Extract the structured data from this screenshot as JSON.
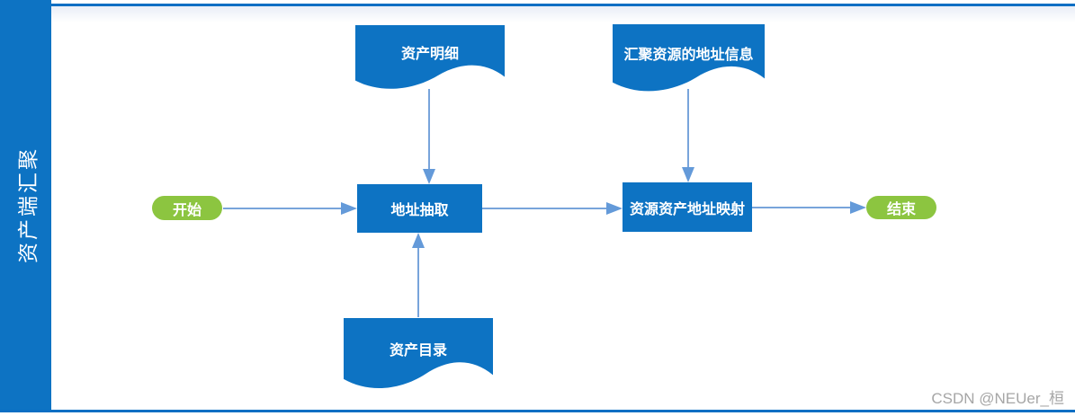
{
  "sidebar": {
    "label": "资产端汇聚"
  },
  "flowchart": {
    "nodes": {
      "asset_detail": {
        "label": "资产明细",
        "type": "document"
      },
      "aggregated_address_info": {
        "label": "汇聚资源的地址信息",
        "type": "document"
      },
      "asset_catalog": {
        "label": "资产目录",
        "type": "document"
      },
      "start": {
        "label": "开始",
        "type": "terminator"
      },
      "address_extract": {
        "label": "地址抽取",
        "type": "process"
      },
      "resource_asset_mapping": {
        "label": "资源资产地址映射",
        "type": "process"
      },
      "end": {
        "label": "结束",
        "type": "terminator"
      }
    },
    "edges": [
      {
        "from": "start",
        "to": "address_extract",
        "direction": "right"
      },
      {
        "from": "asset_detail",
        "to": "address_extract",
        "direction": "down"
      },
      {
        "from": "asset_catalog",
        "to": "address_extract",
        "direction": "up"
      },
      {
        "from": "address_extract",
        "to": "resource_asset_mapping",
        "direction": "right"
      },
      {
        "from": "aggregated_address_info",
        "to": "resource_asset_mapping",
        "direction": "down"
      },
      {
        "from": "resource_asset_mapping",
        "to": "end",
        "direction": "right"
      }
    ]
  },
  "watermark": {
    "text": "CSDN @NEUer_桓"
  },
  "colors": {
    "shape_blue": "#0d73c3",
    "terminator_green": "#8cc540",
    "connector_blue": "#78a4db",
    "connector_head_blue": "#649ad9",
    "rule_blue": "#0b6fc4",
    "watermark_gray": "#a6a6a6"
  }
}
